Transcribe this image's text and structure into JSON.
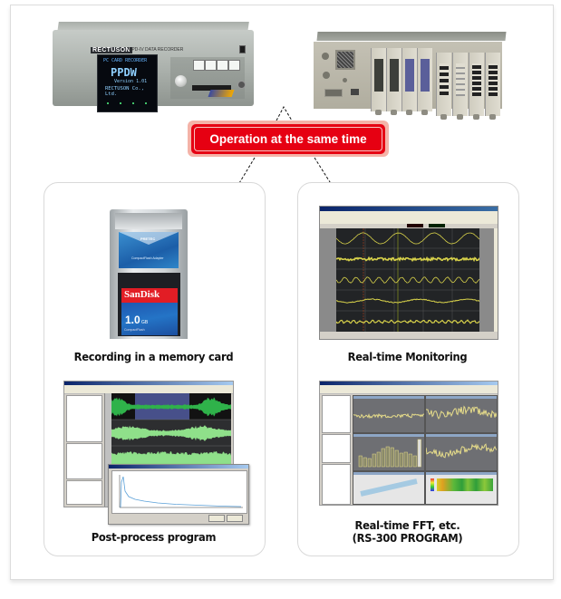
{
  "badge": {
    "label": "Operation at the same time",
    "color": "#e60012",
    "glow_color": "#f4b3a8"
  },
  "devices": {
    "recorder": {
      "brand": "RECTUSON",
      "model_line": "PPD-IV  DATA RECORDER",
      "screen_lines": [
        "PC CARD RECORDER",
        "PPDW",
        "Version 1.01",
        "RECTUSON Co., Ltd."
      ]
    },
    "rack": {
      "description": "modular rack unit"
    }
  },
  "panels": {
    "left": {
      "items": [
        {
          "caption": "Recording in a memory card",
          "image": {
            "type": "memory-card",
            "adapter_brand": "PRETEC",
            "adapter_label": "CompactFlash Adapter",
            "card_brand": "SanDisk",
            "capacity": "1.0",
            "capacity_unit": "GB",
            "card_type": "CompactFlash"
          }
        },
        {
          "caption": "Post-process program",
          "image": {
            "type": "software-screenshot",
            "dialog_title": "Fast Fourier (dB) list"
          }
        }
      ]
    },
    "right": {
      "items": [
        {
          "caption": "Real-time Monitoring",
          "image": {
            "type": "software-screenshot"
          }
        },
        {
          "caption_line1": "Real-time FFT, etc.",
          "caption_line2": "(RS-300 PROGRAM)",
          "image": {
            "type": "software-screenshot"
          }
        }
      ]
    }
  },
  "colors": {
    "wave_yellow": "#d8d24a",
    "wave_green": "#2fb24a",
    "wave_light_green": "#8fe08a",
    "card_border": "#d9d9d9"
  }
}
